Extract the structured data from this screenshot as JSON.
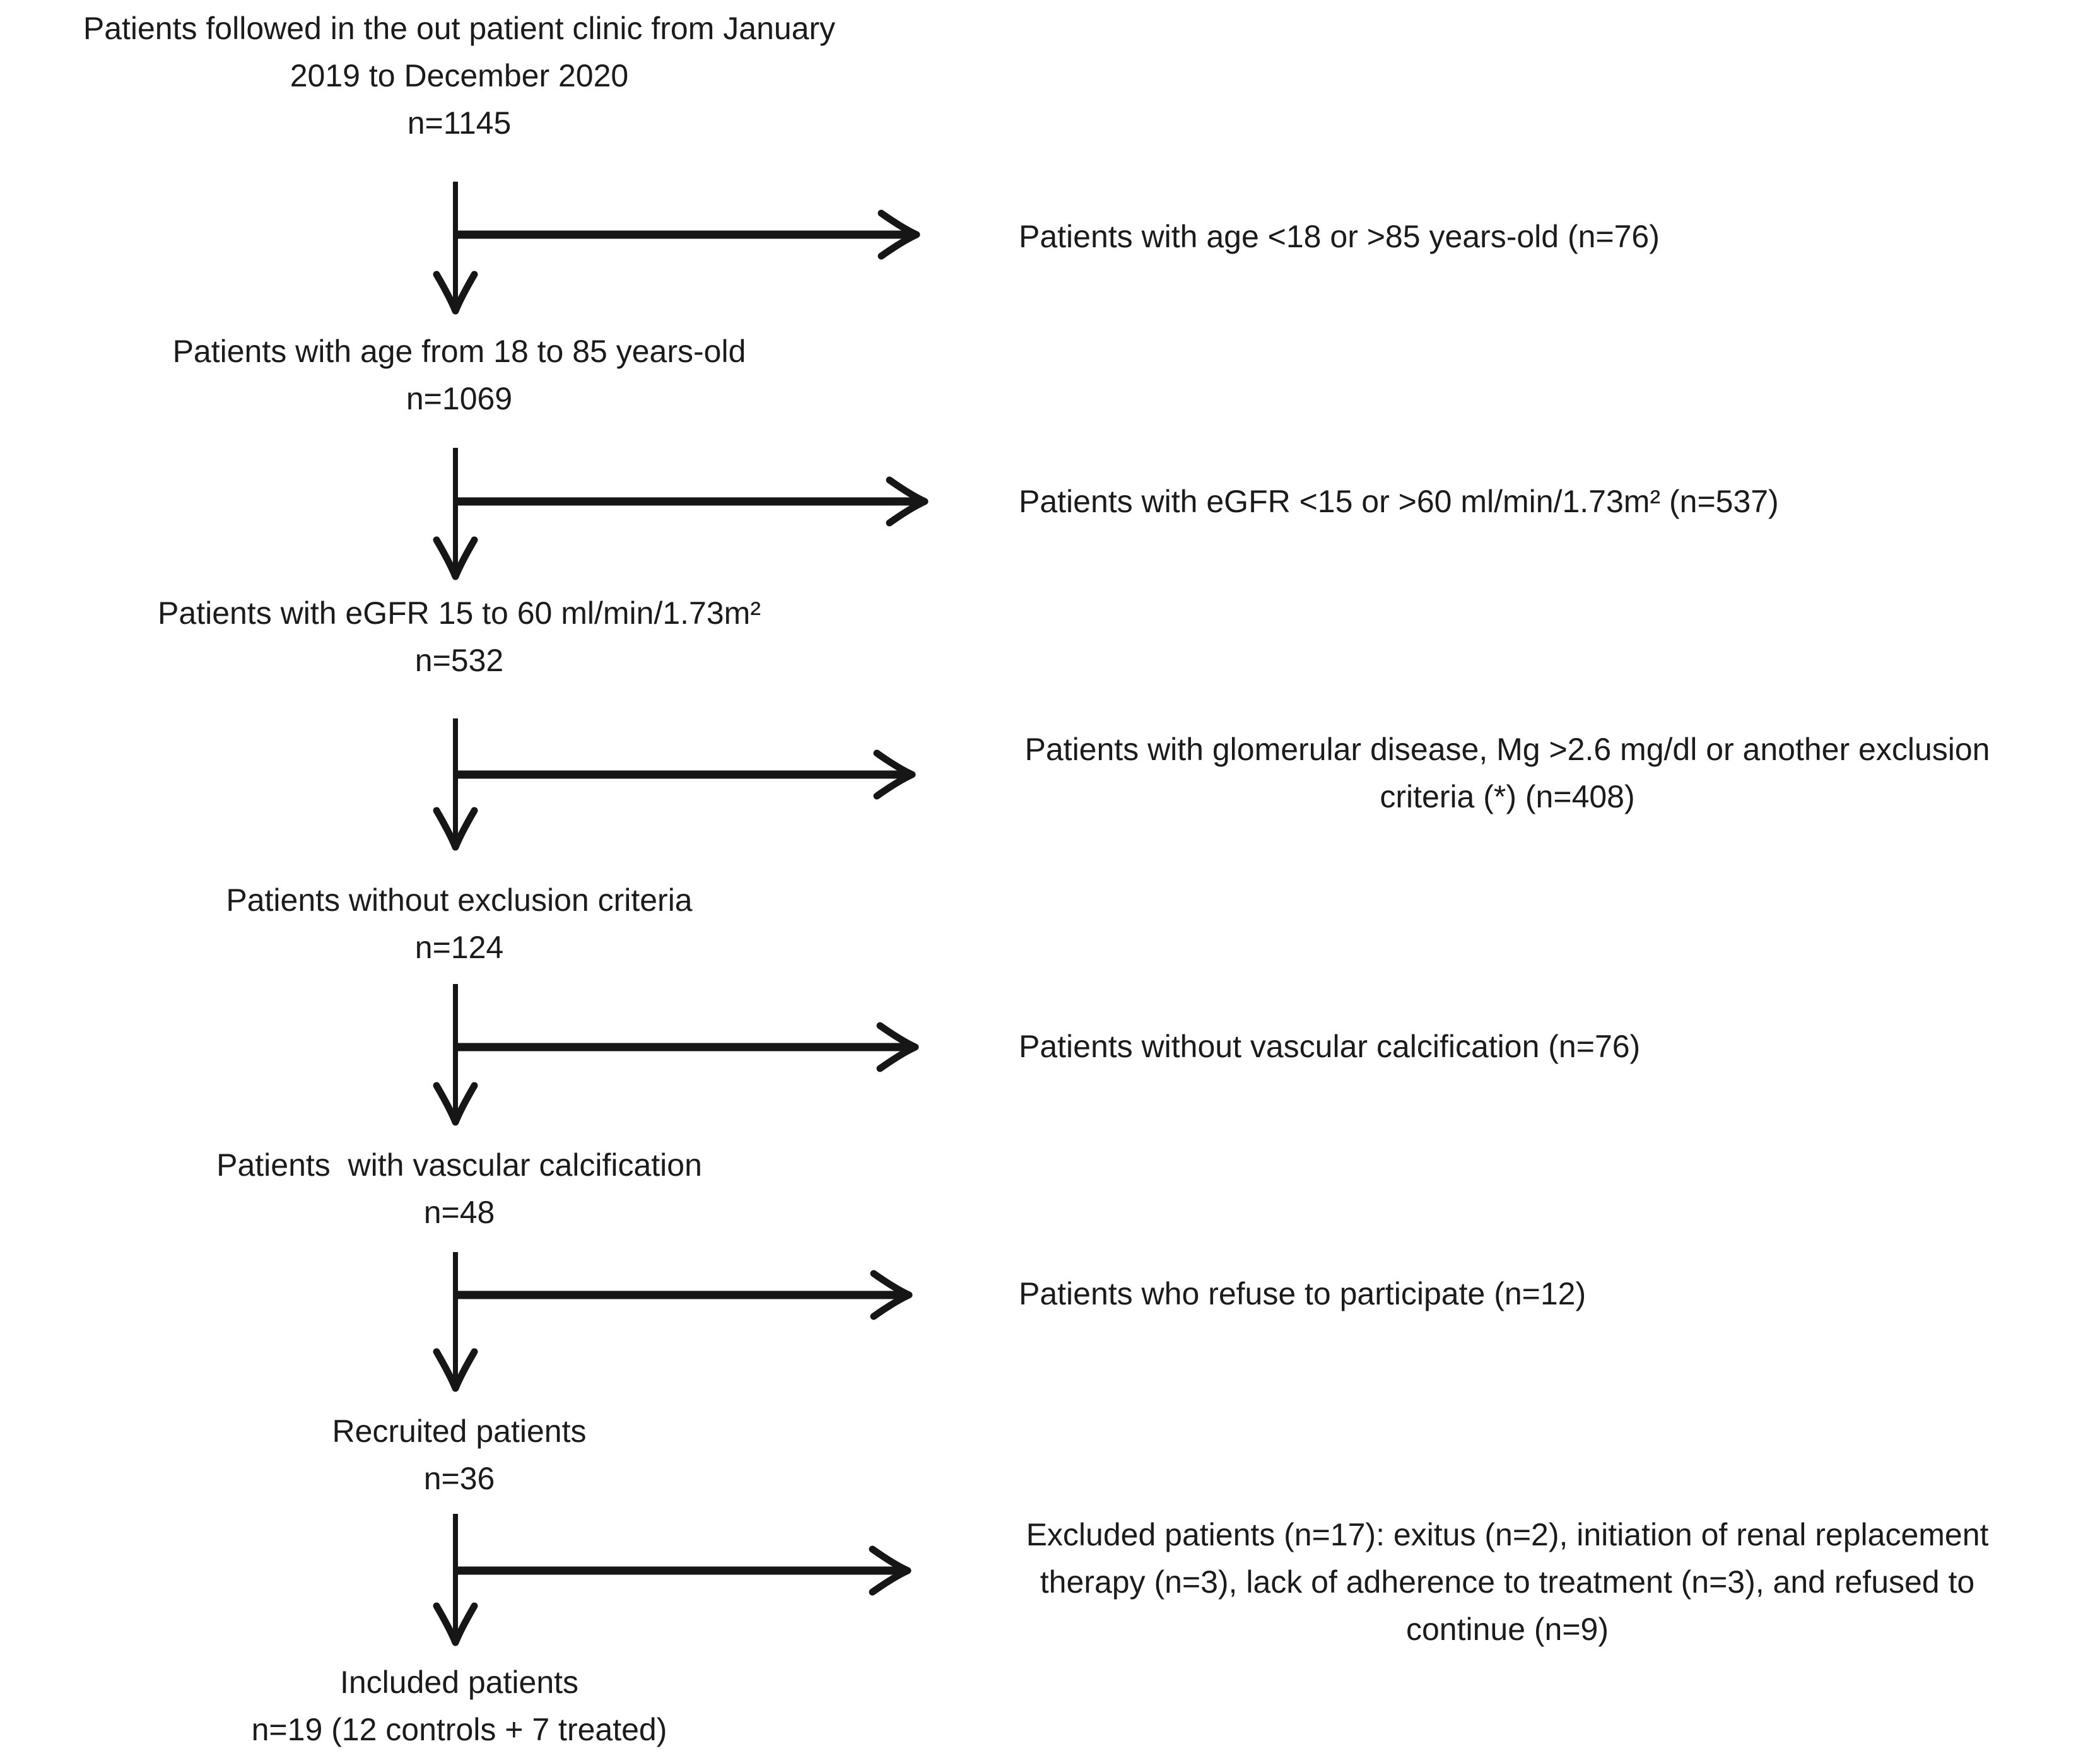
{
  "diagram": {
    "title": "Patient inclusion flowchart",
    "colors": {
      "text": "#1b1b1b",
      "line": "#161616",
      "background": "#ffffff"
    },
    "nodes": [
      {
        "id": "clinic-total",
        "lines": [
          "Patients followed in the out patient clinic from January",
          "2019 to December 2020",
          "n=1145"
        ]
      },
      {
        "id": "age-18-85",
        "lines": [
          "Patients with age from 18 to 85 years-old",
          "n=1069"
        ]
      },
      {
        "id": "egfr-15-60",
        "lines": [
          "Patients with eGFR 15 to 60 ml/min/1.73m²",
          "n=532"
        ]
      },
      {
        "id": "no-exclusion-criteria",
        "lines": [
          "Patients without exclusion criteria",
          "n=124"
        ]
      },
      {
        "id": "vascular-calcification",
        "lines": [
          "Patients  with vascular calcification",
          "n=48"
        ]
      },
      {
        "id": "recruited",
        "lines": [
          "Recruited patients",
          "n=36"
        ]
      },
      {
        "id": "included",
        "lines": [
          "Included patients",
          "n=19 (12 controls + 7 treated)"
        ]
      }
    ],
    "exclusions": [
      {
        "id": "age-out-of-range",
        "lines": [
          "Patients with age <18 or >85 years-old (n=76)"
        ]
      },
      {
        "id": "egfr-out-of-range",
        "lines": [
          "Patients with eGFR <15 or >60 ml/min/1.73m² (n=537)"
        ]
      },
      {
        "id": "other-exclusion-criteria",
        "lines": [
          "Patients with glomerular disease, Mg >2.6 mg/dl or another exclusion",
          "criteria (*) (n=408)"
        ]
      },
      {
        "id": "no-vascular-calcification",
        "lines": [
          "Patients without vascular calcification (n=76)"
        ]
      },
      {
        "id": "refused-participation",
        "lines": [
          "Patients who refuse to participate (n=12)"
        ]
      },
      {
        "id": "excluded-during-study",
        "lines": [
          "Excluded patients (n=17): exitus (n=2), initiation of renal replacement",
          "therapy (n=3), lack of adherence to treatment (n=3), and refused to",
          "continue (n=9)"
        ]
      }
    ]
  }
}
